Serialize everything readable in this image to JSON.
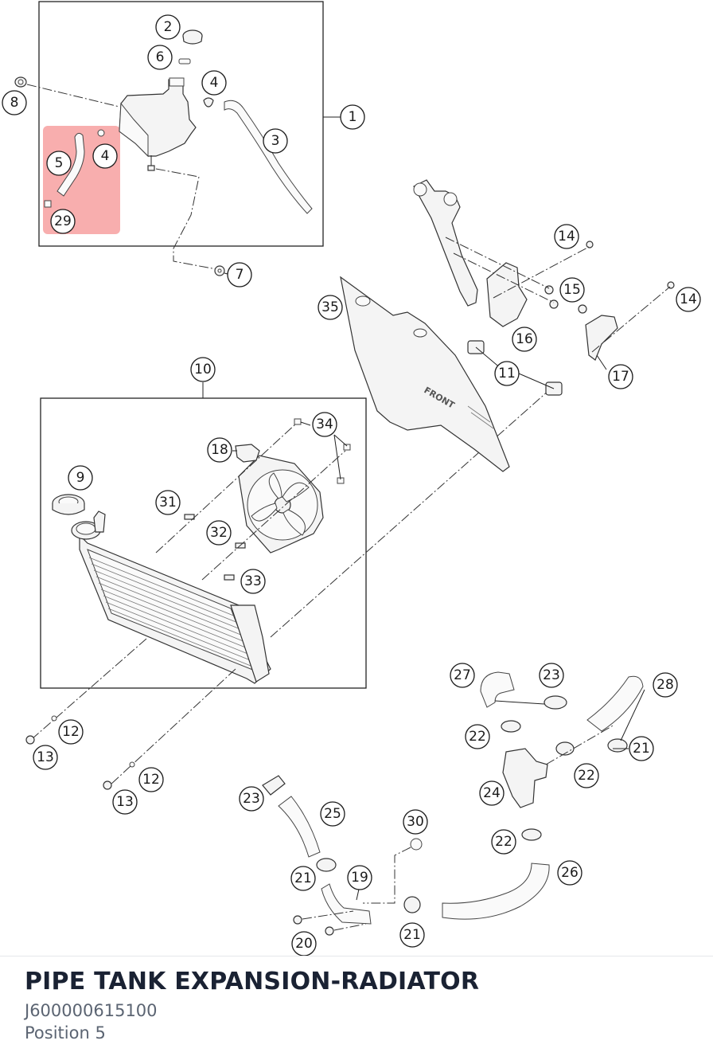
{
  "title": "PIPE TANK EXPANSION-RADIATOR",
  "part_number": "J600000615100",
  "position": "Position 5",
  "highlight_color": "#f26b6b",
  "callouts": [
    {
      "id": "c1",
      "label": "1"
    },
    {
      "id": "c2",
      "label": "2"
    },
    {
      "id": "c3",
      "label": "3"
    },
    {
      "id": "c4a",
      "label": "4"
    },
    {
      "id": "c4b",
      "label": "4"
    },
    {
      "id": "c5",
      "label": "5"
    },
    {
      "id": "c6",
      "label": "6"
    },
    {
      "id": "c7",
      "label": "7"
    },
    {
      "id": "c8",
      "label": "8"
    },
    {
      "id": "c9",
      "label": "9"
    },
    {
      "id": "c10",
      "label": "10"
    },
    {
      "id": "c11",
      "label": "11"
    },
    {
      "id": "c12a",
      "label": "12"
    },
    {
      "id": "c12b",
      "label": "12"
    },
    {
      "id": "c13a",
      "label": "13"
    },
    {
      "id": "c13b",
      "label": "13"
    },
    {
      "id": "c14a",
      "label": "14"
    },
    {
      "id": "c14b",
      "label": "14"
    },
    {
      "id": "c15",
      "label": "15"
    },
    {
      "id": "c16",
      "label": "16"
    },
    {
      "id": "c17",
      "label": "17"
    },
    {
      "id": "c18",
      "label": "18"
    },
    {
      "id": "c19",
      "label": "19"
    },
    {
      "id": "c20",
      "label": "20"
    },
    {
      "id": "c21a",
      "label": "21"
    },
    {
      "id": "c21b",
      "label": "21"
    },
    {
      "id": "c21c",
      "label": "21"
    },
    {
      "id": "c22a",
      "label": "22"
    },
    {
      "id": "c22b",
      "label": "22"
    },
    {
      "id": "c22c",
      "label": "22"
    },
    {
      "id": "c23a",
      "label": "23"
    },
    {
      "id": "c23b",
      "label": "23"
    },
    {
      "id": "c24",
      "label": "24"
    },
    {
      "id": "c25",
      "label": "25"
    },
    {
      "id": "c26",
      "label": "26"
    },
    {
      "id": "c27",
      "label": "27"
    },
    {
      "id": "c28",
      "label": "28"
    },
    {
      "id": "c29",
      "label": "29"
    },
    {
      "id": "c30",
      "label": "30"
    },
    {
      "id": "c31",
      "label": "31"
    },
    {
      "id": "c32",
      "label": "32"
    },
    {
      "id": "c33",
      "label": "33"
    },
    {
      "id": "c34",
      "label": "34"
    },
    {
      "id": "c35",
      "label": "35"
    }
  ],
  "plate_label": "FRONT"
}
